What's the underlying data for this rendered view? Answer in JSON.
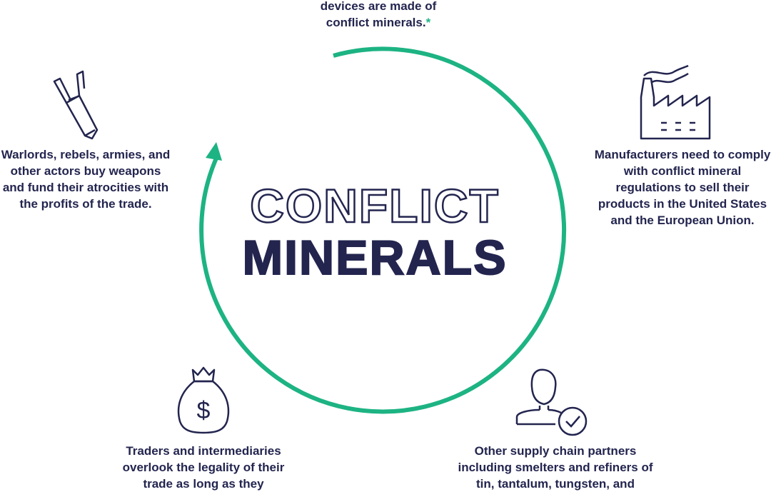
{
  "title": {
    "line1": "CONFLICT",
    "line2": "MINERALS"
  },
  "captions": {
    "top": {
      "line1": "devices are made of",
      "line2": "conflict minerals.",
      "asterisk": "*"
    },
    "left": "Warlords, rebels, armies, and other actors buy weapons and fund their atrocities with the profits of the trade.",
    "right": "Manufacturers need to comply with conflict mineral regulations to sell their products in the United States and the European Union.",
    "bottom_left": "Traders and intermediaries overlook the legality of their trade as long as they",
    "bottom_right": "Other supply chain partners including smelters and refiners of tin, tantalum, tungsten, and"
  },
  "icons": {
    "left": "missile-icon",
    "right": "factory-icon",
    "bottom_left": "money-bag-icon",
    "bottom_right": "verified-person-icon"
  },
  "colors": {
    "navy": "#23254f",
    "green": "#1db383"
  }
}
